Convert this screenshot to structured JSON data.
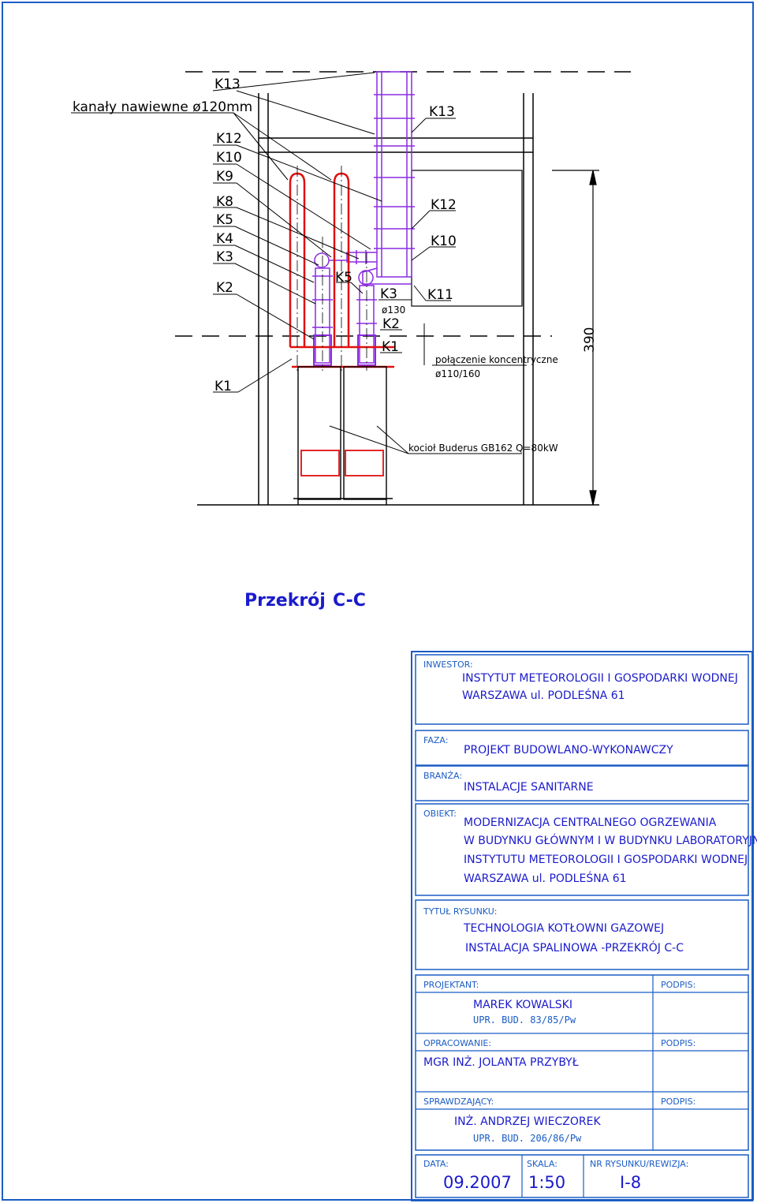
{
  "drawing": {
    "labels_left": {
      "k13": "K13",
      "kanaly": "kanały nawiewne ø120mm",
      "k12": "K12",
      "k10": "K10",
      "k9": "K9",
      "k8": "K8",
      "k5": "K5",
      "k4": "K4",
      "k3": "K3",
      "k2": "K2",
      "k1": "K1"
    },
    "labels_center": {
      "k5": "K5",
      "k3": "K3",
      "d130": "ø130",
      "k2": "K2",
      "k1": "K1"
    },
    "labels_right": {
      "k13": "K13",
      "k12": "K12",
      "k10": "K10",
      "k11": "K11"
    },
    "connection_line1": "połączenie koncentryczne",
    "connection_line2": "ø110/160",
    "boiler": "kocioł Buderus GB162 Q=80kW",
    "dimension": "390",
    "section_title": "Przekrój",
    "section_name": "C-C"
  },
  "title_block": {
    "investor_caption": "INWESTOR:",
    "investor_line1": "INSTYTUT METEOROLOGII I GOSPODARKI WODNEJ",
    "investor_line2": "WARSZAWA ul. PODLEŚNA 61",
    "phase_caption": "FAZA:",
    "phase_value": "PROJEKT BUDOWLANO-WYKONAWCZY",
    "branch_caption": "BRANŻA:",
    "branch_value": "INSTALACJE SANITARNE",
    "object_caption": "OBIEKT:",
    "object_line1": "MODERNIZACJA CENTRALNEGO OGRZEWANIA",
    "object_line2": "W BUDYNKU GŁÓWNYM I W BUDYNKU LABORATORYJNYM",
    "object_line3": "INSTYTUTU METEOROLOGII I GOSPODARKI WODNEJ",
    "object_line4": "WARSZAWA ul. PODLEŚNA 61",
    "title_caption": "TYTUŁ RYSUNKU:",
    "title_line1": "TECHNOLOGIA KOTŁOWNI GAZOWEJ",
    "title_line2": "INSTALACJA SPALINOWA -PRZEKRÓJ C-C",
    "designer_caption": "PROJEKTANT:",
    "designer_name": "MAREK KOWALSKI",
    "designer_license": "UPR. BUD. 83/85/Pw",
    "sign_caption_1": "PODPIS:",
    "prepared_caption": "OPRACOWANIE:",
    "prepared_name": "MGR INŻ. JOLANTA PRZYBYŁ",
    "sign_caption_2": "PODPIS:",
    "checked_caption": "SPRAWDZAJĄCY:",
    "checked_name": "INŻ. ANDRZEJ WIECZOREK",
    "checked_license": "UPR. BUD. 206/86/Pw",
    "sign_caption_3": "PODPIS:",
    "date_caption": "DATA:",
    "date_value": "09.2007",
    "scale_caption": "SKALA:",
    "scale_value": "1:50",
    "number_caption": "NR RYSUNKU/REWIZJA:",
    "number_value": "I-8"
  },
  "colors": {
    "frame": "#1a5cc4",
    "flue": "#8a2be2",
    "air_duct": "#e01010",
    "text_blue": "#1a1acc"
  }
}
